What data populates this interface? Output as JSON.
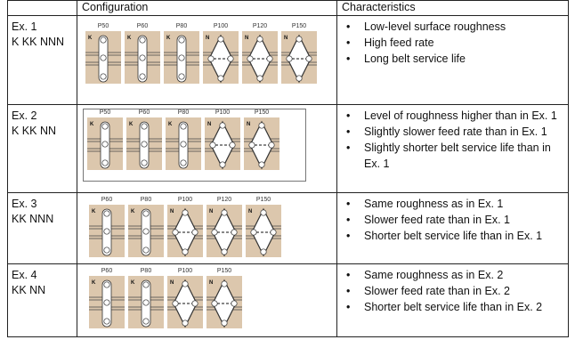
{
  "headers": {
    "blank": "",
    "configuration": "Configuration",
    "characteristics": "Characteristics"
  },
  "colors": {
    "belt_panel": "#dcc7ad"
  },
  "rows": [
    {
      "example": "Ex. 1",
      "code": "K KK NNN",
      "panels": [
        {
          "label": "P50",
          "type": "K"
        },
        {
          "label": "P60",
          "type": "K"
        },
        {
          "label": "P80",
          "type": "K"
        },
        {
          "label": "P100",
          "type": "N"
        },
        {
          "label": "P120",
          "type": "N"
        },
        {
          "label": "P150",
          "type": "N"
        }
      ],
      "characteristics": [
        "Low-level surface roughness",
        "High feed rate",
        "Long belt service life"
      ]
    },
    {
      "example": "Ex. 2",
      "code": "K KK NN",
      "panels": [
        {
          "label": "P50",
          "type": "K"
        },
        {
          "label": "P60",
          "type": "K"
        },
        {
          "label": "P80",
          "type": "K"
        },
        {
          "label": "P100",
          "type": "N"
        },
        {
          "label": "P150",
          "type": "N"
        }
      ],
      "characteristics": [
        "Level of roughness higher than in Ex. 1",
        "Slightly slower feed rate than in Ex. 1",
        "Slightly shorter belt service life than in Ex. 1"
      ]
    },
    {
      "example": "Ex. 3",
      "code": "KK NNN",
      "panels": [
        {
          "label": "P60",
          "type": "K"
        },
        {
          "label": "P80",
          "type": "K"
        },
        {
          "label": "P100",
          "type": "N"
        },
        {
          "label": "P120",
          "type": "N"
        },
        {
          "label": "P150",
          "type": "N"
        }
      ],
      "characteristics": [
        "Same roughness as in Ex. 1",
        "Slower feed rate than in Ex. 1",
        "Shorter belt service life than in Ex. 1"
      ]
    },
    {
      "example": "Ex. 4",
      "code": "KK NN",
      "panels": [
        {
          "label": "P60",
          "type": "K"
        },
        {
          "label": "P80",
          "type": "K"
        },
        {
          "label": "P100",
          "type": "N"
        },
        {
          "label": "P150",
          "type": "N"
        }
      ],
      "characteristics": [
        "Same roughness as in Ex. 2",
        "Slower feed rate than in Ex. 2",
        "Shorter belt service life than in Ex. 2"
      ]
    }
  ]
}
